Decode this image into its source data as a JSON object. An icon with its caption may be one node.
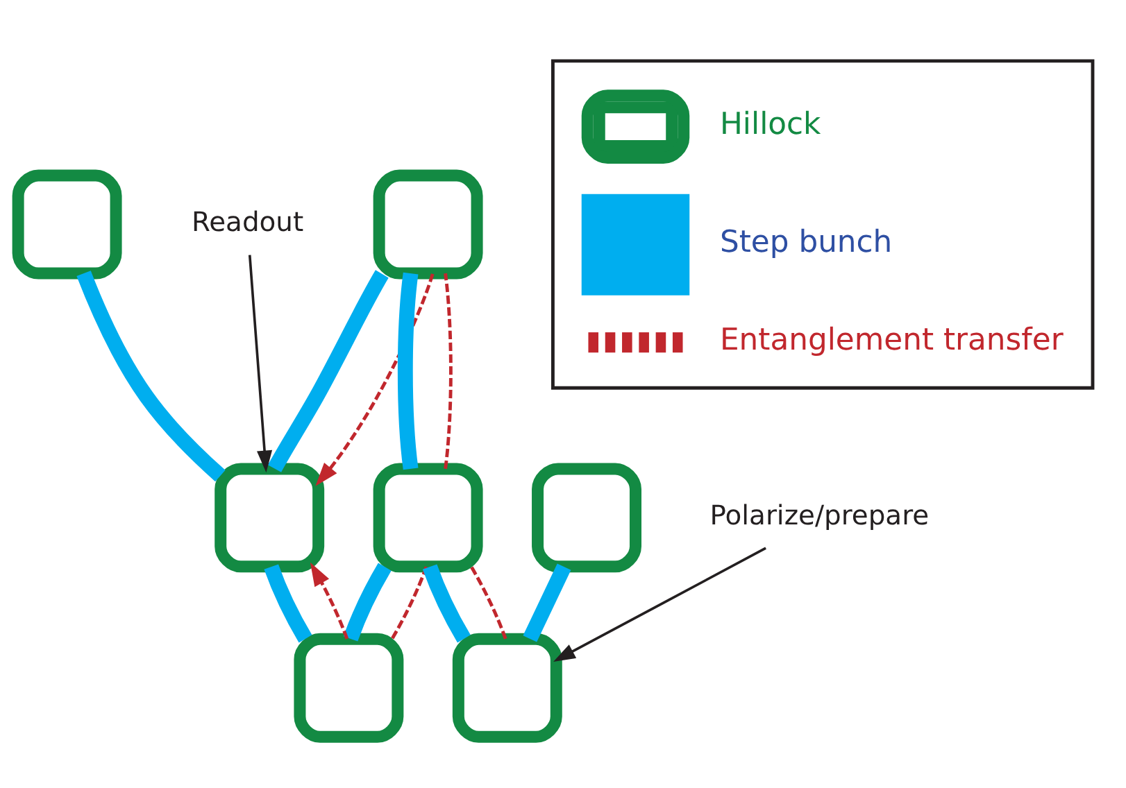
{
  "diagram": {
    "nodes": [
      {
        "text": [],
        "shape": "box"
      },
      {
        "text": [],
        "shape": "box"
      },
      {
        "text": [],
        "shape": "box"
      },
      {
        "text": [],
        "shape": "box"
      },
      {
        "text": [],
        "shape": "box"
      },
      {
        "text": [],
        "shape": "box"
      },
      {
        "text": [],
        "shape": "box"
      },
      {
        "text": [
          "Readout"
        ]
      },
      {
        "text": [
          "Polarize/prepare"
        ]
      }
    ],
    "edges": [
      {
        "from": 1,
        "to": 6,
        "arrow": "none",
        "style": "thick"
      },
      {
        "from": 0,
        "to": 4,
        "arrow": "none",
        "style": "thick"
      },
      {
        "from": 0,
        "to": 3,
        "arrow": "none",
        "style": "thick"
      },
      {
        "from": 2,
        "to": 3,
        "arrow": "none",
        "style": "thick"
      },
      {
        "from": 4,
        "to": 6,
        "arrow": "none",
        "style": "thick"
      },
      {
        "from": 4,
        "to": 5,
        "arrow": "none",
        "style": "thick"
      },
      {
        "from": 3,
        "to": 5,
        "arrow": "none",
        "style": "thick"
      },
      {
        "from": 6,
        "to": 4,
        "arrow": "none",
        "style": "dashed",
        "color": "#c1272d"
      },
      {
        "from": 4,
        "to": 0,
        "arrow": "none",
        "style": "dashed",
        "color": "#c1272d"
      },
      {
        "from": 0,
        "to": 3,
        "arrow": "to",
        "style": "dashed",
        "color": "#c1272d"
      },
      {
        "from": 4,
        "to": 5,
        "arrow": "none",
        "style": "dashed",
        "color": "#c1272d"
      },
      {
        "from": 5,
        "to": 3,
        "arrow": "to",
        "style": "dashed",
        "color": "#c1272d"
      },
      {
        "from": 7,
        "to": 3,
        "arrow": "to",
        "color": "#231f20"
      },
      {
        "from": 8,
        "to": 6,
        "arrow": "to",
        "color": "#231f20"
      }
    ],
    "legend": [
      {
        "text": "Hillock"
      },
      {
        "text": "Step bunch"
      },
      {
        "text": "Entanglement transfer"
      }
    ]
  }
}
